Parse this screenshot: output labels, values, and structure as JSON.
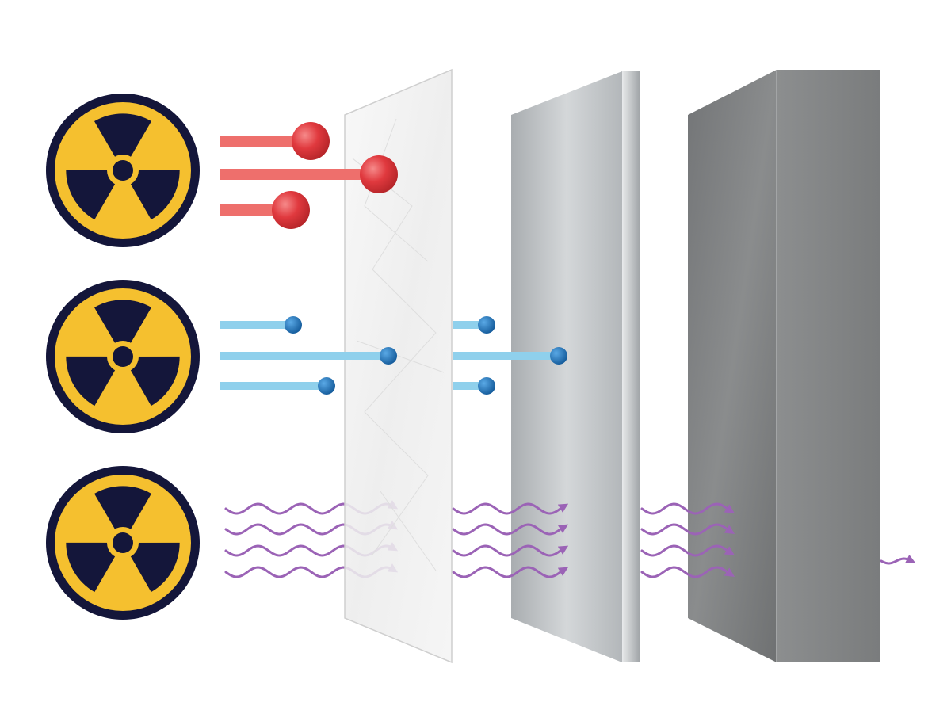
{
  "diagram": {
    "sources": [
      {
        "icon": "radiation-trefoil-icon",
        "radiation": "alpha"
      },
      {
        "icon": "radiation-trefoil-icon",
        "radiation": "beta"
      },
      {
        "icon": "radiation-trefoil-icon",
        "radiation": "gamma"
      }
    ],
    "barriers": [
      "paper",
      "aluminum",
      "concrete"
    ],
    "colors": {
      "trefoil_yellow": "#f5c02f",
      "trefoil_dark": "#14163a",
      "alpha_red": "#e0393e",
      "alpha_trail": "#ee6f6c",
      "beta_blue": "#1d6fb8",
      "beta_trail": "#8fd0ec",
      "gamma_purple": "#9b63b6",
      "paper": "#f1f1f1",
      "aluminum": "#b8bcbf",
      "concrete": "#7d7f80"
    }
  }
}
